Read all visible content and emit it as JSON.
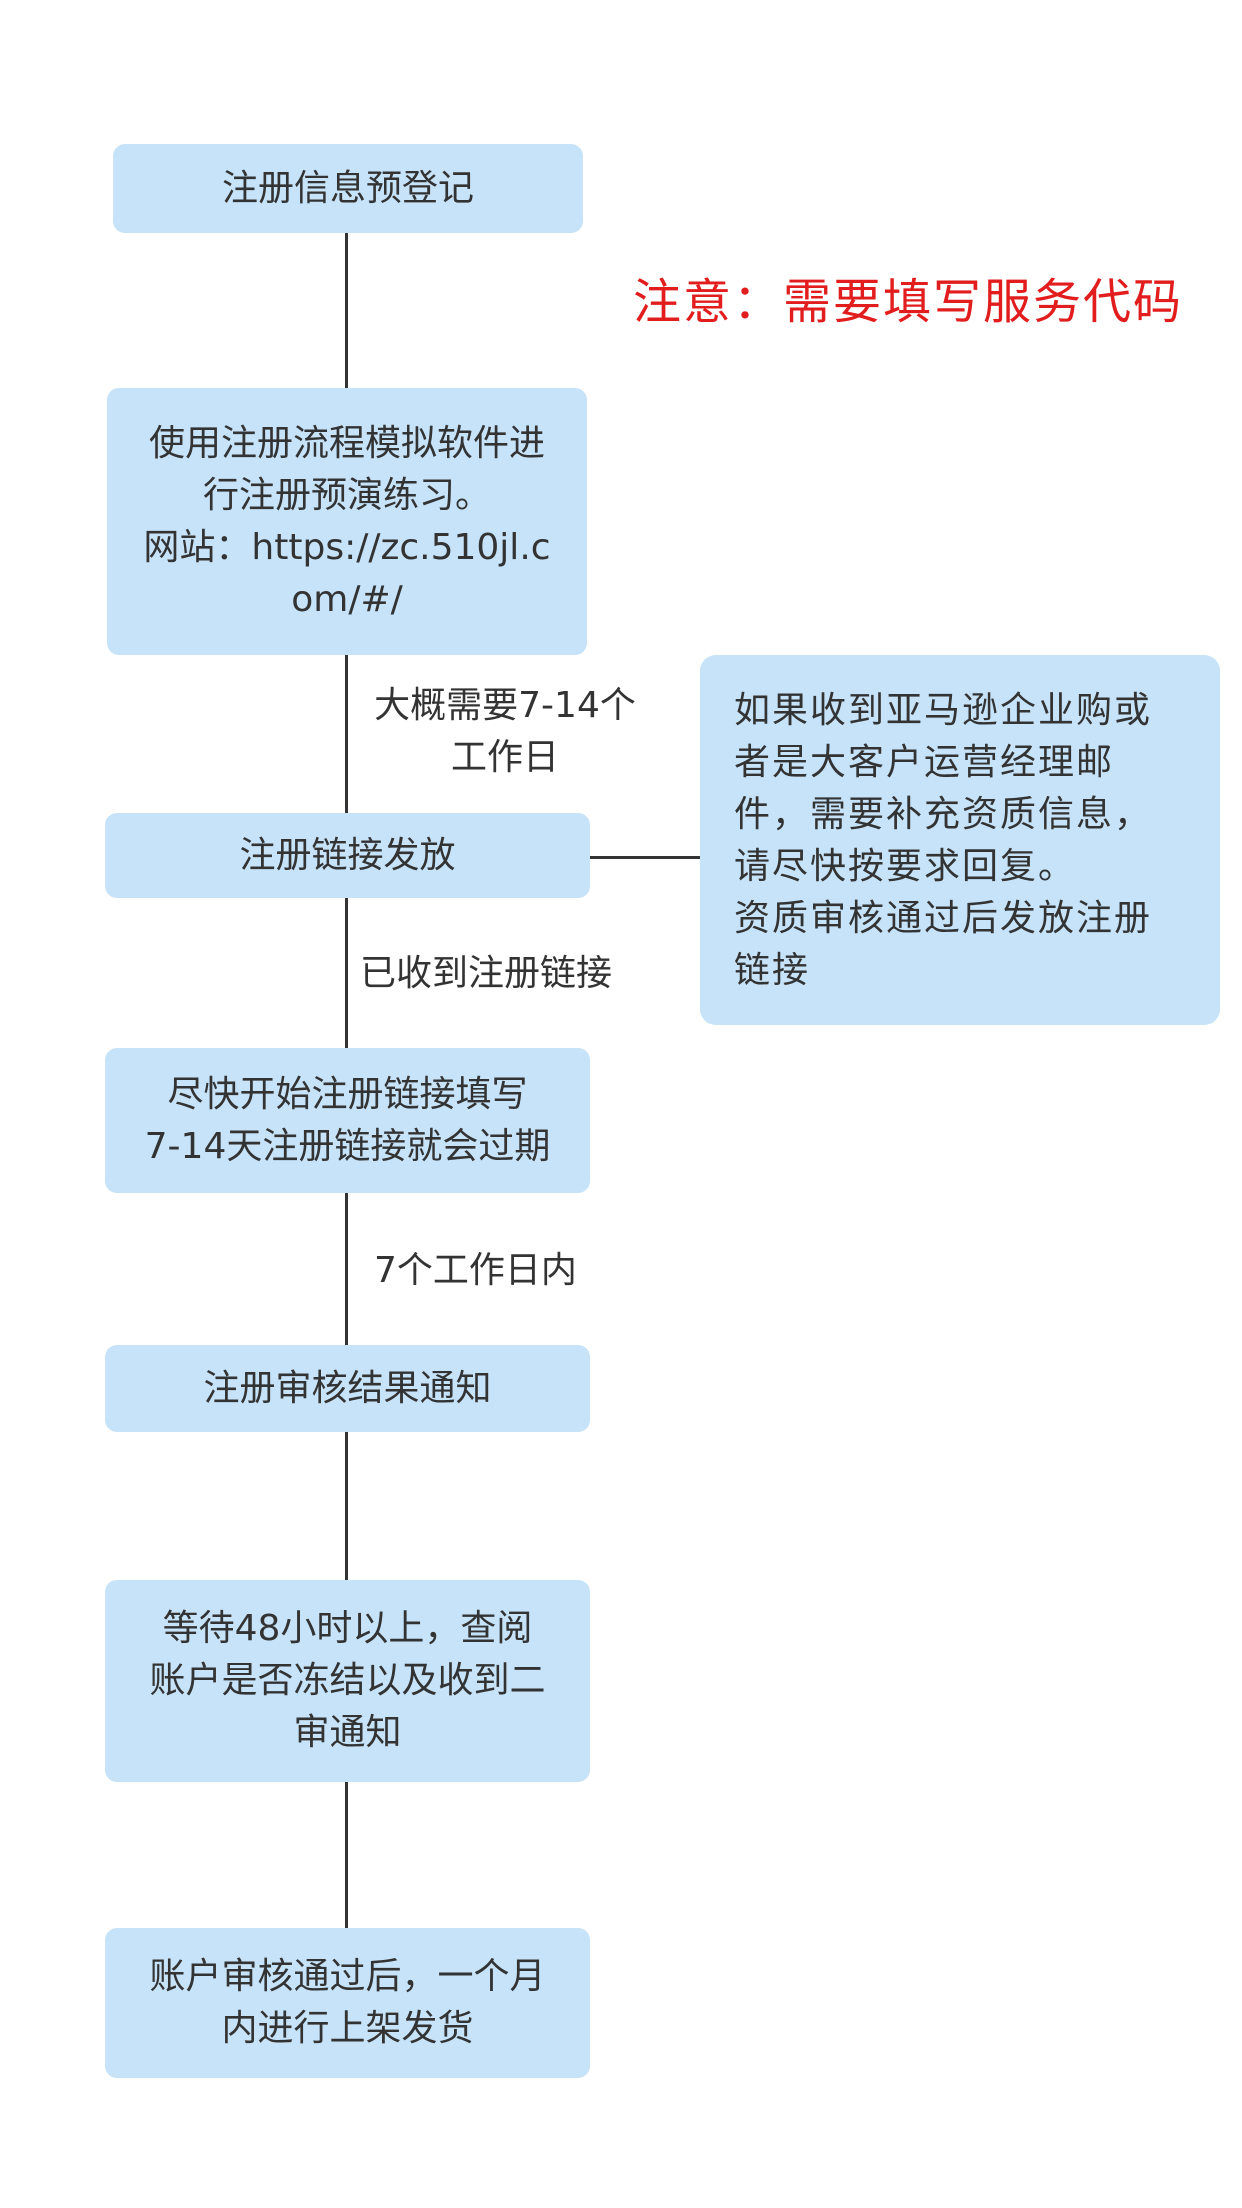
{
  "note": "注意：需要填写服务代码",
  "nodes": {
    "preregister": [
      "注册信息预登记"
    ],
    "simulate": [
      "使用注册流程模拟软件进",
      "行注册预演练习。",
      "网站：https://zc.510jl.c",
      "om/#/"
    ],
    "link_issued": [
      "注册链接发放"
    ],
    "fill_link": [
      "尽快开始注册链接填写",
      "7-14天注册链接就会过期"
    ],
    "review_result": [
      "注册审核结果通知"
    ],
    "wait": [
      "等待48小时以上，查阅",
      "账户是否冻结以及收到二",
      "审通知"
    ],
    "after_approval": [
      "账户审核通过后，一个月",
      "内进行上架发货"
    ]
  },
  "side_note": [
    "如果收到亚马逊企业购或",
    "者是大客户运营经理邮",
    "件，需要补充资质信息，",
    "请尽快按要求回复。",
    "资质审核通过后发放注册",
    "链接"
  ],
  "edge_labels": {
    "duration": [
      "大概需要7-14个",
      "工作日"
    ],
    "received": [
      "已收到注册链接"
    ],
    "within": [
      "7个工作日内"
    ]
  }
}
